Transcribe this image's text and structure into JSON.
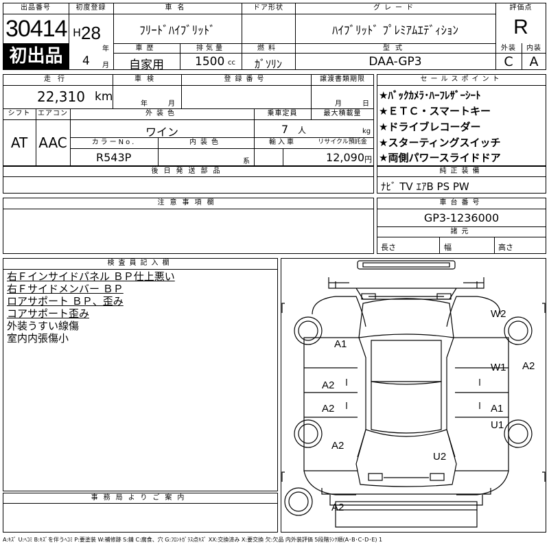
{
  "header": {
    "listing_number_label": "出品番号",
    "listing_number": "30414",
    "first_listing": "初出品",
    "first_reg_label": "初度登録",
    "era": "H",
    "year": "28",
    "year_unit": "年",
    "month": "4",
    "month_unit": "月",
    "model_label": "車名",
    "model": "ﾌﾘｰﾄﾞﾊｲﾌﾞﾘｯﾄﾞ",
    "door_label": "ドア形状",
    "door": "",
    "grade_label": "グレード",
    "grade": "ﾊｲﾌﾞﾘｯﾄﾞ ﾌﾟﾚﾐｱﾑｴﾃﾞｨｼｮﾝ",
    "score_label": "評価点",
    "score": "R",
    "history_label": "車歴",
    "history": "自家用",
    "displacement_label": "排気量",
    "displacement": "1500",
    "displacement_unit": "cc",
    "fuel_label": "燃料",
    "fuel": "ｶﾞｿﾘﾝ",
    "model_code_label": "型式",
    "model_code": "DAA-GP3",
    "exterior_grade_label": "外装",
    "exterior_grade": "C",
    "interior_grade_label": "内装",
    "interior_grade": "A"
  },
  "specs": {
    "mileage_label": "走行",
    "mileage": "22,310",
    "mileage_unit": "km",
    "inspection_label": "車検",
    "year_unit": "年",
    "month_unit": "月",
    "day_unit": "日",
    "registration_label": "登録番号",
    "registration": "",
    "transfer_label": "譲渡書類期限",
    "shift_label": "シフト",
    "shift": "AT",
    "ac_label": "エアコン",
    "ac": "AAC",
    "exterior_color_label": "外装色",
    "exterior_color": "ワイン",
    "capacity_label": "乗車定員",
    "capacity": "7",
    "capacity_unit": "人",
    "max_load_label": "最大積載量",
    "max_load_unit": "kg",
    "color_no_label": "カラーNo.",
    "color_no": "R543P",
    "interior_color_label": "内装色",
    "interior_color_unit": "系",
    "import_label": "輸入車",
    "recycle_label": "リサイクル預託金",
    "recycle": "12,090",
    "recycle_unit": "円",
    "later_parts_label": "後日発送部品",
    "notes_label": "注意事項欄"
  },
  "sales_points": {
    "label": "セールスポイント",
    "items": [
      "★ﾊﾞｯｸｶﾒﾗ･ﾊｰﾌﾚｻﾞｰｼｰﾄ",
      "★ＥＴＣ・スマートキー",
      "★ドライブレコーダー",
      "★スターティングスイッチ",
      "★両側パワースライドドア"
    ]
  },
  "equipment": {
    "label": "純正装備",
    "value": "ﾅﾋﾞ TV ｴｱB PS PW"
  },
  "chassis": {
    "label": "車台番号",
    "value": "GP3-1236000",
    "dims_label": "諸元",
    "length_label": "長さ",
    "width_label": "幅",
    "height_label": "高さ"
  },
  "inspector": {
    "label": "検査員記入欄",
    "lines": [
      "右Ｆインサイドパネル ＢＰ仕上悪い",
      "右Ｆサイドメンバー ＢＰ",
      "ロアサポート ＢＰ、歪み",
      "コアサポート歪み",
      "外装うすい線傷",
      "室内内張傷小"
    ]
  },
  "office": {
    "label": "事務局よりご案内"
  },
  "diagram_marks": [
    "A1",
    "W2",
    "A2",
    "W1",
    "A2",
    "A2",
    "A1",
    "U1",
    "A2",
    "U2",
    "A2"
  ],
  "legend": "A:ｷｽﾞ U:ﾍｺﾐ B:ｷｽﾞを伴うﾍｺﾐ P:要塗装 W:補修跡 S:錆 C:腐食、穴 G:ﾌﾛﾝﾄｶﾞﾗｽ点ｷｽﾞ XX:交換済み X:要交換 欠:欠品 内外装評価 5段階ﾗﾝｸ順(A･B･C･D･E) 1"
}
